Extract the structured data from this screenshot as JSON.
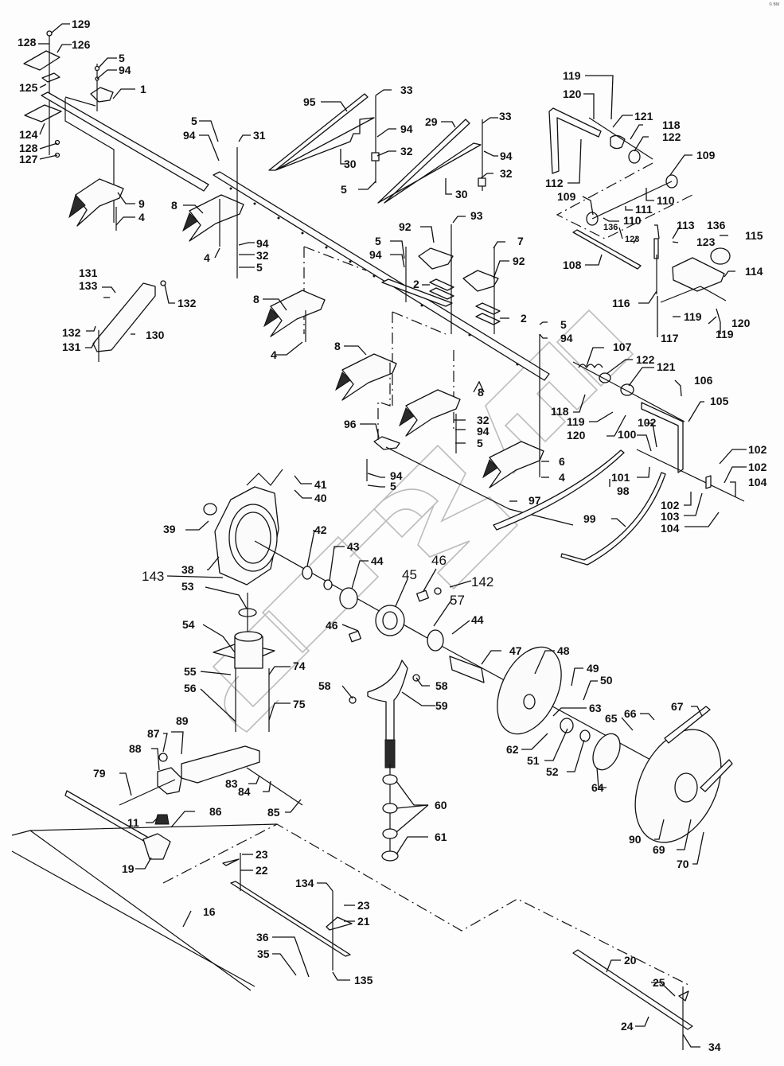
{
  "diagram": {
    "title": "Cutter bar, knife drive and gearbox assembly (exploded view)",
    "watermark_text": "СВМИ",
    "corner_mark": "© ВМ",
    "colors": {
      "line": "#111111",
      "background": "#fdfdfd",
      "watermark": "#bcbcbc"
    }
  },
  "callouts": {
    "c129": "129",
    "c128a": "128",
    "c126": "126",
    "c125": "125",
    "c124": "124",
    "c128b": "128",
    "c127": "127",
    "c5a": "5",
    "c94a": "94",
    "c1": "1",
    "c9": "9",
    "c4a": "4",
    "c5b": "5",
    "c94b": "94",
    "c31": "31",
    "c8a": "8",
    "c4b": "4",
    "c94c": "94",
    "c32a": "32",
    "c5c": "5",
    "c95": "95",
    "c33a": "33",
    "c94d": "94",
    "c32b": "32",
    "c30a": "30",
    "c5d": "5",
    "c29": "29",
    "c33b": "33",
    "c94e": "94",
    "c32c": "32",
    "c30b": "30",
    "c92a": "92",
    "c93": "93",
    "c5e": "5",
    "c94f": "94",
    "c2a": "2",
    "c7": "7",
    "c92b": "92",
    "c2b": "2",
    "c131a": "131",
    "c133": "133",
    "c132a": "132",
    "c132b": "132",
    "c131b": "131",
    "c130": "130",
    "c8b": "8",
    "c4c": "4",
    "c8c": "8",
    "c8d": "8",
    "c32d": "32",
    "c94g": "94",
    "c5f": "5",
    "c96": "96",
    "c94h": "94",
    "c5g": "5",
    "c6": "6",
    "c4d": "4",
    "c5h": "5",
    "c94i": "94",
    "c97": "97",
    "c119a": "119",
    "c120a": "120",
    "c121a": "121",
    "c118a": "118",
    "c122a": "122",
    "c112": "112",
    "c109a": "109",
    "c109b": "109",
    "c110a": "110",
    "c111": "111",
    "c110b": "110",
    "c136a": "136",
    "c123a": "123",
    "c113": "113",
    "c136b": "136",
    "c123b": "123",
    "c115": "115",
    "c108": "108",
    "c114": "114",
    "c116": "116",
    "c119b": "119",
    "c117": "117",
    "c120b": "120",
    "c119c": "119",
    "c107": "107",
    "c122b": "122",
    "c121b": "121",
    "c106": "106",
    "c105": "105",
    "c118b": "118",
    "c119d": "119",
    "c120c": "120",
    "c102a": "102",
    "c100": "100",
    "c102b": "102",
    "c102c": "102",
    "c104a": "104",
    "c101": "101",
    "c98": "98",
    "c102d": "102",
    "c103": "103",
    "c104b": "104",
    "c99": "99",
    "c41": "41",
    "c40": "40",
    "c39": "39",
    "c38": "38",
    "c42": "42",
    "c43": "43",
    "c44a": "44",
    "c143": "143",
    "c53": "53",
    "c45": "45",
    "c46a": "46",
    "c142": "142",
    "c46b": "46",
    "c57": "57",
    "c44b": "44",
    "c54": "54",
    "c74": "74",
    "c55": "55",
    "c56": "56",
    "c75": "75",
    "c47": "47",
    "c48": "48",
    "c49": "49",
    "c50": "50",
    "c63": "63",
    "c58a": "58",
    "c58b": "58",
    "c59": "59",
    "c62": "62",
    "c51": "51",
    "c52": "52",
    "c65": "65",
    "c66": "66",
    "c67": "67",
    "c64": "64",
    "c90": "90",
    "c69": "69",
    "c70": "70",
    "c60": "60",
    "c61": "61",
    "c87": "87",
    "c88": "88",
    "c89": "89",
    "c79": "79",
    "c83": "83",
    "c84": "84",
    "c85": "85",
    "c11": "11",
    "c86": "86",
    "c19": "19",
    "c23a": "23",
    "c22": "22",
    "c16": "16",
    "c134": "134",
    "c23b": "23",
    "c21": "21",
    "c36": "36",
    "c35": "35",
    "c135": "135",
    "c20": "20",
    "c25": "25",
    "c24": "24",
    "c34": "34"
  }
}
